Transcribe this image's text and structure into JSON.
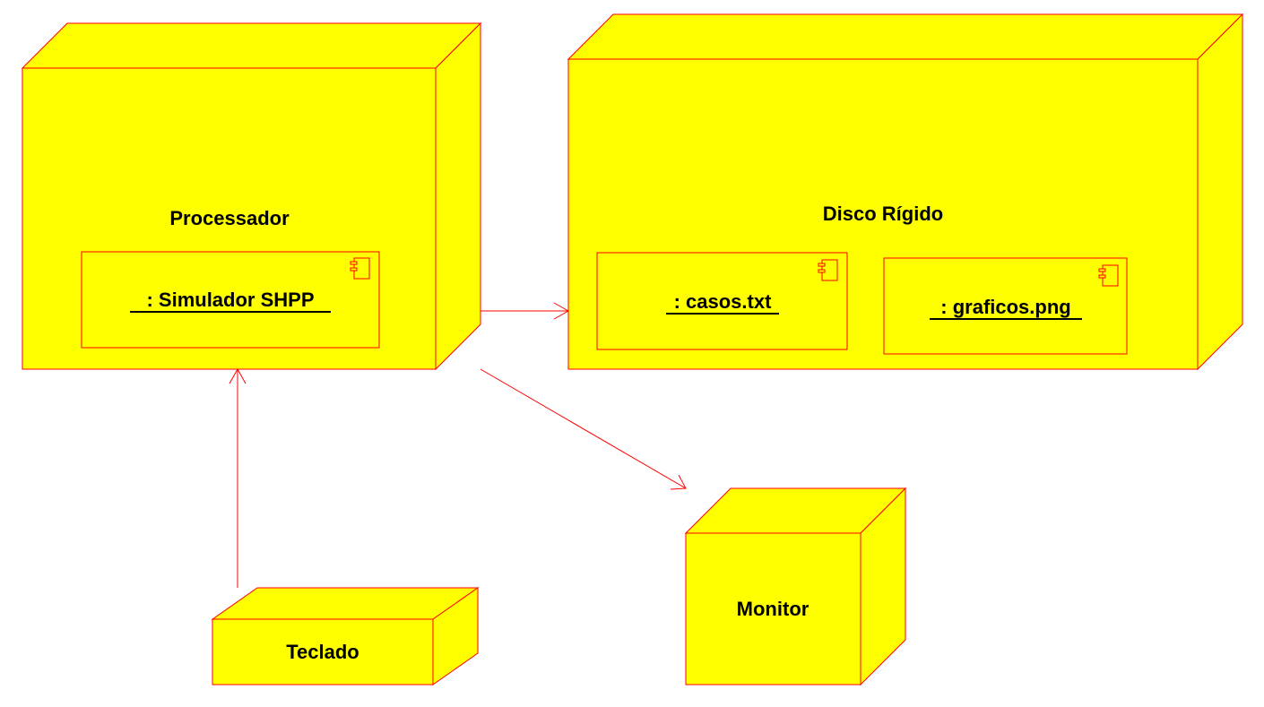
{
  "colors": {
    "node_fill": "#ffff00",
    "line": "#ff0000",
    "text": "#000000"
  },
  "nodes": {
    "processador": {
      "label": "Processador"
    },
    "disco": {
      "label": "Disco Rígido"
    },
    "teclado": {
      "label": "Teclado"
    },
    "monitor": {
      "label": "Monitor"
    }
  },
  "components": {
    "simulador": {
      "label": ": Simulador SHPP"
    },
    "casos": {
      "label": ": casos.txt"
    },
    "graficos": {
      "label": ": graficos.png"
    }
  },
  "connections": [
    {
      "from": "Processador",
      "to": "Disco Rígido"
    },
    {
      "from": "Processador",
      "to": "Monitor"
    },
    {
      "from": "Teclado",
      "to": "Processador"
    }
  ]
}
